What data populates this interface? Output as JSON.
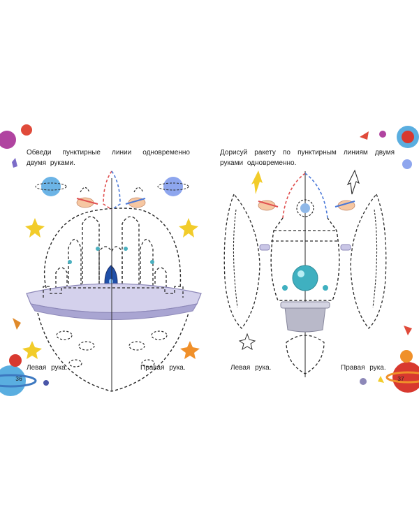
{
  "left_page": {
    "instruction": "Обведи пунктирные линии одновременно двумя руками.",
    "left_hand_label": "Левая рука.",
    "right_hand_label": "Правая рука.",
    "page_number": "36",
    "picture": "ufo-with-tower-city-icon"
  },
  "right_page": {
    "instruction": "Дорисуй ракету по пунктирным линиям двумя руками одновременно.",
    "left_hand_label": "Левая рука.",
    "right_hand_label": "Правая рука.",
    "page_number": "37",
    "picture": "rocket-with-side-fins-icon"
  },
  "colors": {
    "dash": "#2a2a2a",
    "rocket_blue": "#1f4fa8",
    "porthole_teal": "#3fb0c0",
    "ufo_rim": "#c9c6e6",
    "nozzle_grey": "#b9b9c9",
    "star_yellow": "#f2cc2a",
    "star_orange": "#f0902a",
    "planet_blue": "#5aaee0",
    "planet_red": "#d8392f",
    "hand_red": "#e05050",
    "hand_blue": "#4a78d8"
  }
}
